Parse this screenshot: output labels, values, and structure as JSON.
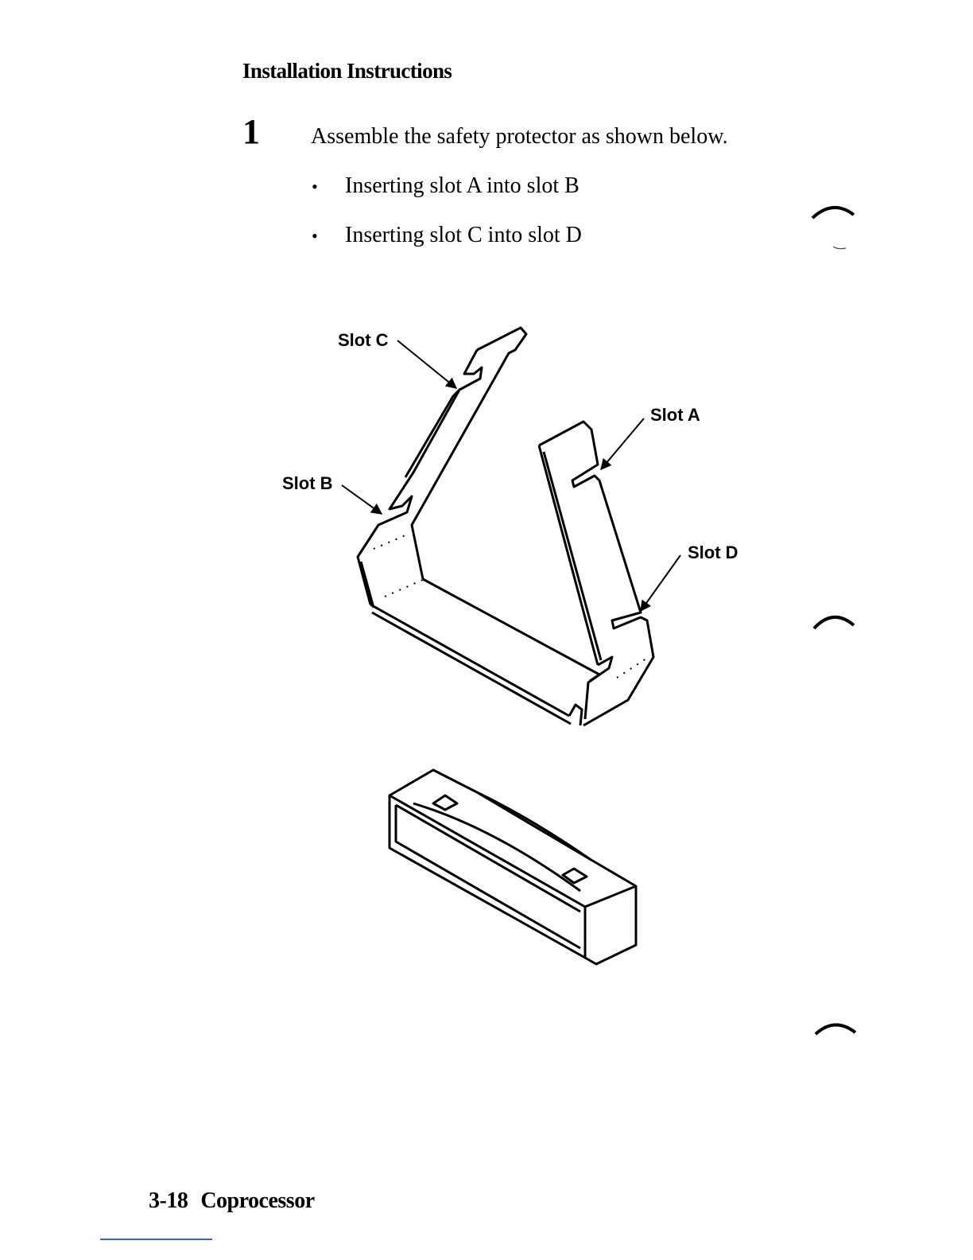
{
  "header": {
    "title": "Installation Instructions"
  },
  "step": {
    "number": "1",
    "text": "Assemble the safety protector as shown below.",
    "bullets": [
      "Inserting slot A into slot B",
      "Inserting slot C into slot D"
    ]
  },
  "figure": {
    "labels": {
      "slot_a": "Slot A",
      "slot_b": "Slot B",
      "slot_c": "Slot C",
      "slot_d": "Slot D"
    }
  },
  "footer": {
    "page_number": "3-18",
    "section": "Coprocessor"
  }
}
